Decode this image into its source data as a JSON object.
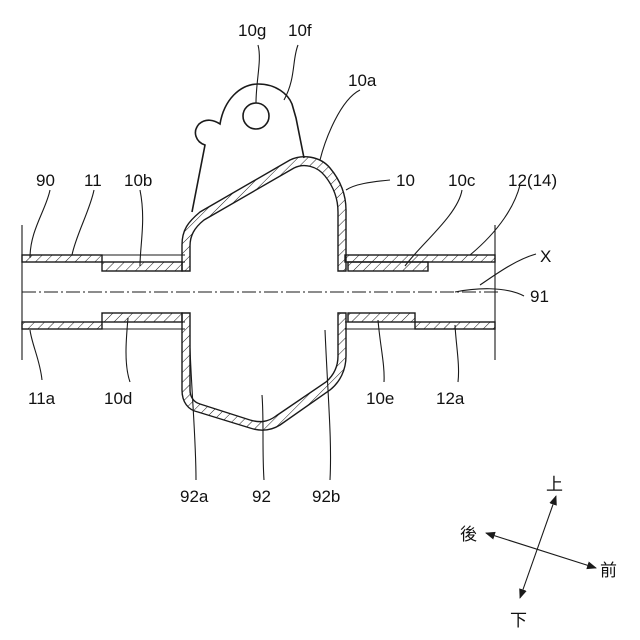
{
  "labels": {
    "l10g": "10g",
    "l10f": "10f",
    "l10a": "10a",
    "l90": "90",
    "l11": "11",
    "l10b": "10b",
    "l10": "10",
    "l10c": "10c",
    "l12": "12(14)",
    "lX": "X",
    "l91": "91",
    "l11a": "11a",
    "l10d": "10d",
    "l10e": "10e",
    "l12a": "12a",
    "l92a": "92a",
    "l92": "92",
    "l92b": "92b"
  },
  "directions": {
    "up": "上",
    "down": "下",
    "rear": "後",
    "front": "前"
  }
}
